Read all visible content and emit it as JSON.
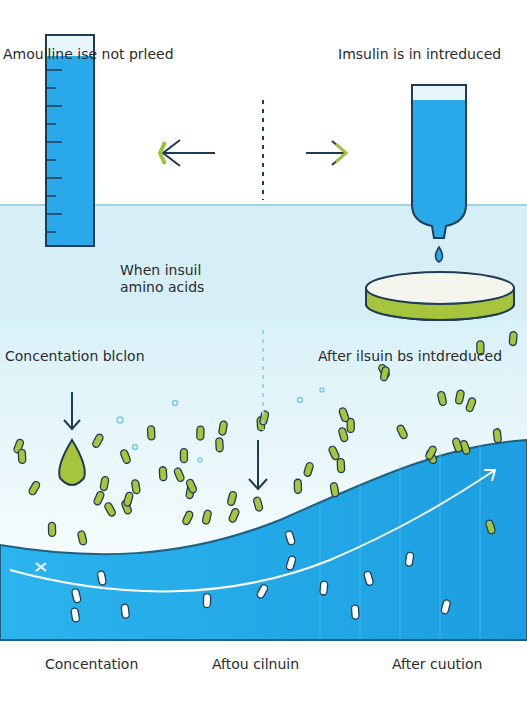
{
  "diagram": {
    "labels": [
      "Amoulline  ise not prleed",
      "Imsulin is in intreduced",
      "When insuil amino acids",
      "Concentation blclon",
      "After ilsuin bs intdreduced",
      "Concentation",
      "Aftou cilnuin",
      "After cuution"
    ]
  }
}
